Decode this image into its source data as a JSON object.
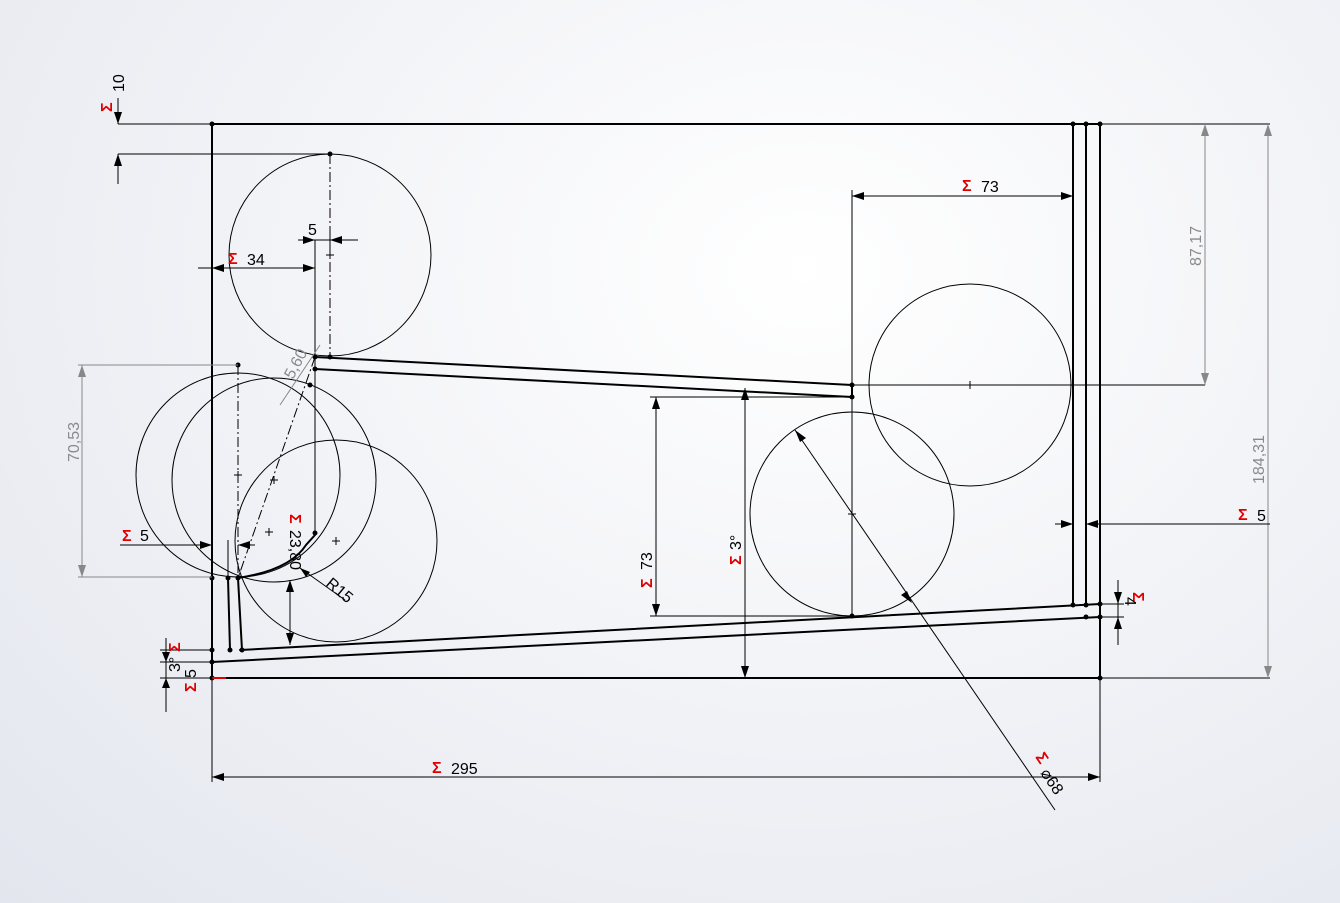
{
  "sketch": {
    "sigma": "Σ",
    "dims": {
      "d_10": "10",
      "d_34": "34",
      "d_5_top": "5",
      "d_5_60": "5,60",
      "d_70_53": "70,53",
      "d_5_left": "5",
      "d_23_80": "23,80",
      "d_r15": "R15",
      "d_3deg_left": "3°",
      "d_5_small": "5",
      "d_295": "295",
      "d_73_top": "73",
      "d_87_17": "87,17",
      "d_73_vert": "73",
      "d_3deg_mid": "3°",
      "d_184_31": "184,31",
      "d_5_right": "5",
      "d_4": "4",
      "d_phi68": "⌀68"
    }
  }
}
